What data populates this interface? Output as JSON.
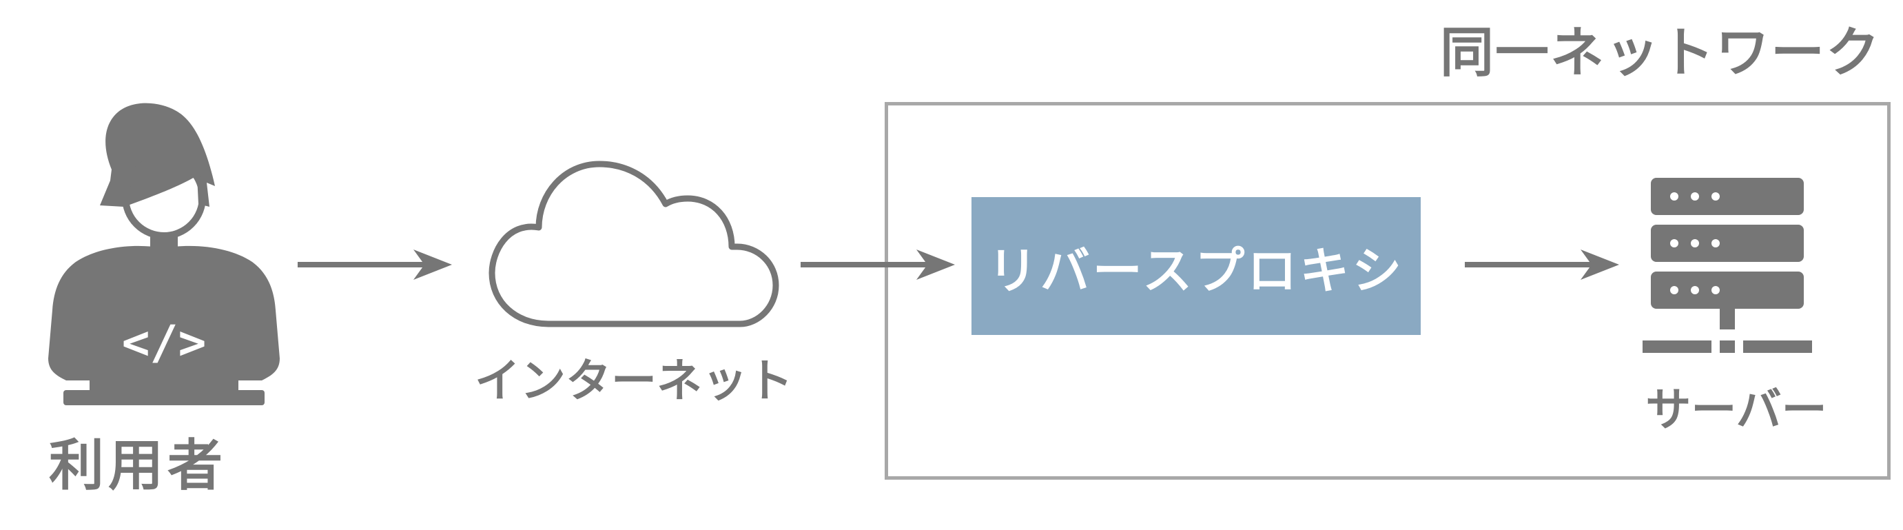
{
  "nodes": {
    "user": {
      "label": "利用者"
    },
    "internet": {
      "label": "インターネット"
    },
    "proxy": {
      "label": "リバースプロキシ"
    },
    "server": {
      "label": "サーバー"
    }
  },
  "groups": {
    "same_network": {
      "label": "同一ネットワーク"
    }
  },
  "laptop": {
    "code_glyph": "</>"
  },
  "colors": {
    "icon": "#767676",
    "frame": "#a8a8a8",
    "proxy_fill": "#8aa9c2",
    "proxy_text": "#ffffff",
    "background": "#ffffff"
  }
}
